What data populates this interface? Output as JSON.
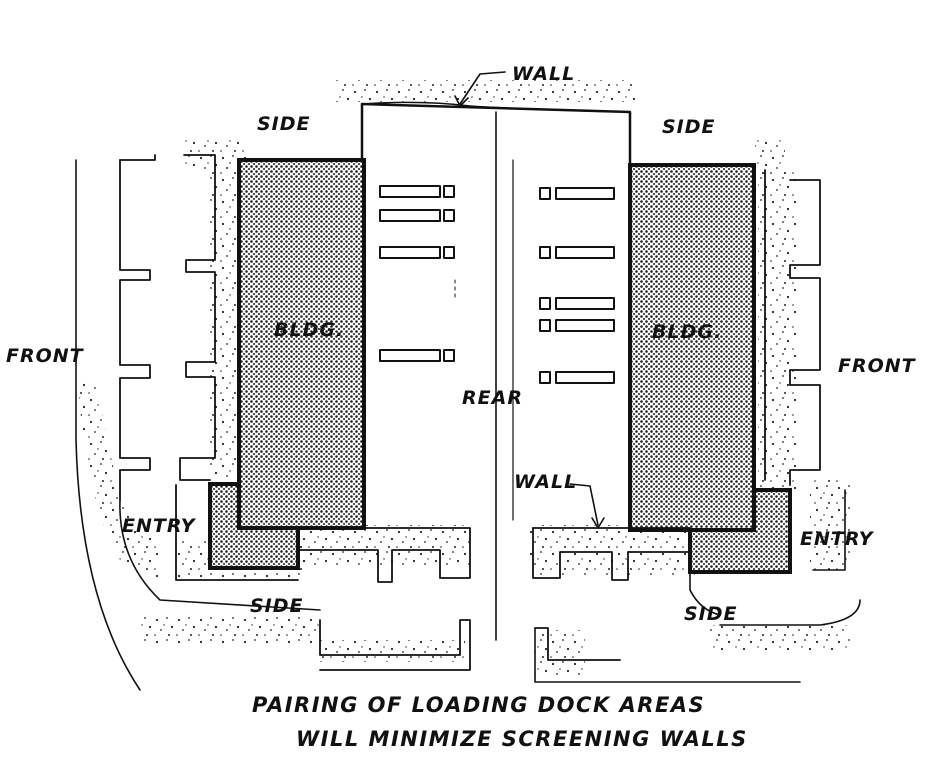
{
  "labels": {
    "wall_top": "WALL",
    "side_top_left": "SIDE",
    "side_top_right": "SIDE",
    "front_left": "FRONT",
    "front_right": "FRONT",
    "bldg_left": "BLDG.",
    "bldg_right": "BLDG.",
    "rear": "REAR",
    "wall_mid": "WALL",
    "entry_left": "ENTRY",
    "entry_right": "ENTRY",
    "side_bottom_left": "SIDE",
    "side_bottom_right": "SIDE"
  },
  "caption": {
    "line1": "PAIRING OF LOADING DOCK AREAS",
    "line2": "WILL MINIMIZE SCREENING WALLS"
  },
  "colors": {
    "ink": "#111111",
    "building_fill": "#bdbdbd",
    "paper": "#ffffff"
  }
}
